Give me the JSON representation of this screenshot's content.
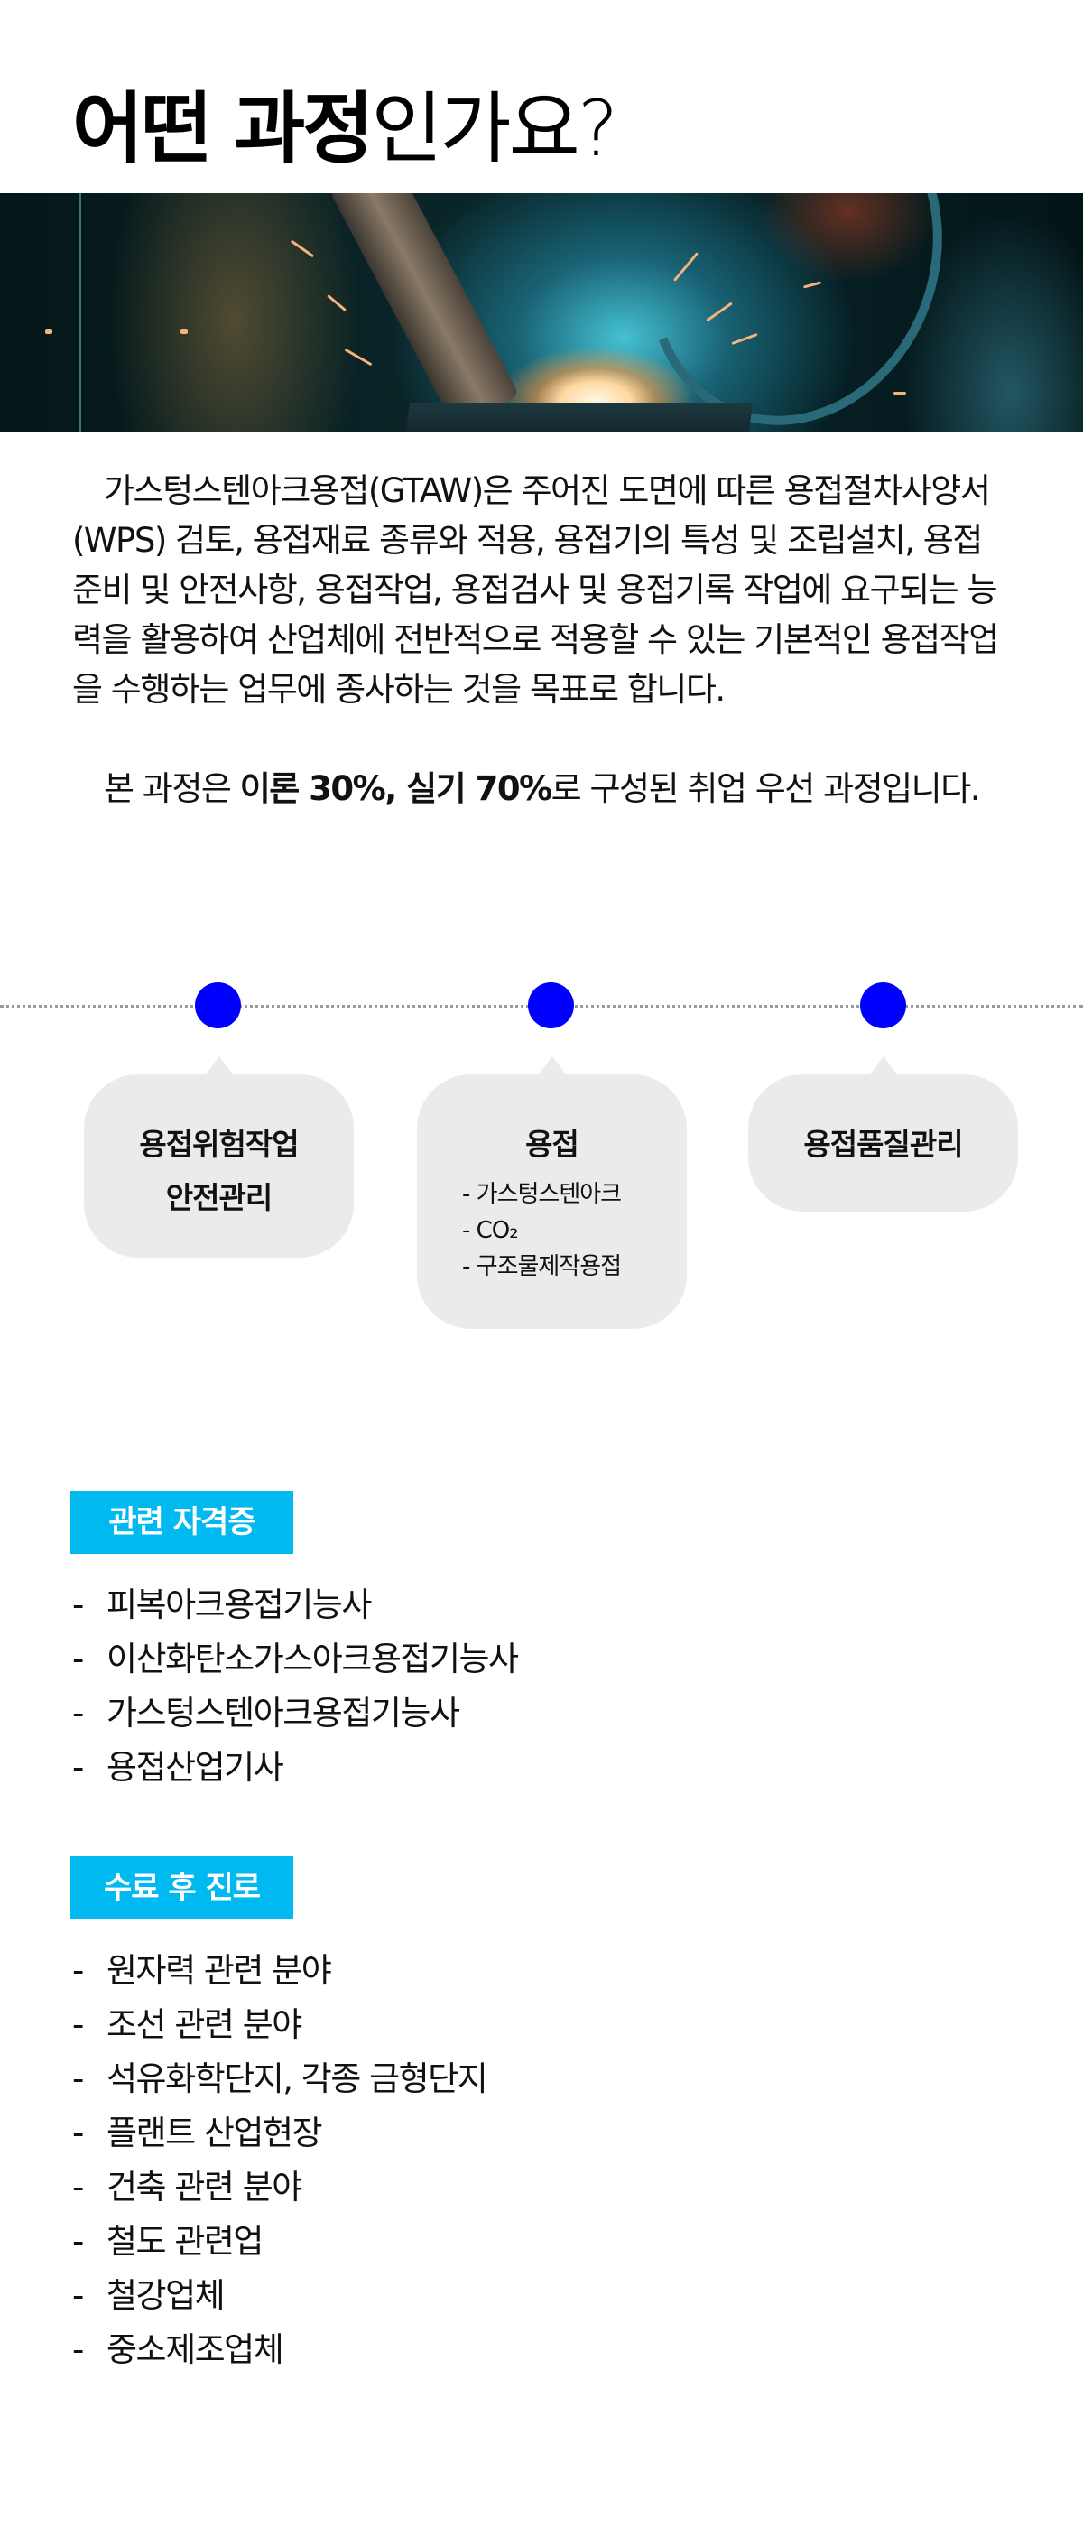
{
  "header": {
    "title_bold": "어떤 과정",
    "title_light": "인가요?"
  },
  "hero_image": {
    "alt": "welding-sparks-photo",
    "colors": {
      "dark": "#041618",
      "teal": "#50dcf0",
      "spark": "#f7b27a"
    }
  },
  "intro": {
    "paragraph": "가스텅스텐아크용접(GTAW)은 주어진 도면에 따른 용접절차사양서(WPS) 검토, 용접재료 종류와 적용, 용접기의 특성 및 조립설치, 용접준비 및 안전사항, 용접작업, 용접검사 및 용접기록 작업에 요구되는 능력을 활용하여 산업체에 전반적으로 적용할 수 있는 기본적인 용접작업을 수행하는 업무에 종사하는 것을 목표로 합니다.",
    "ratio_prefix": "본 과정은 ",
    "ratio_bold": "이론 30%, 실기 70%",
    "ratio_suffix": "로 구성된 취업 우선 과정입니다."
  },
  "timeline": {
    "accent_color": "#0000ff",
    "steps": [
      {
        "title_line1": "용접위험작업",
        "title_line2": "안전관리",
        "items": []
      },
      {
        "title_line1": "용접",
        "title_line2": "",
        "items": [
          "- 가스텅스텐아크",
          "- CO₂",
          "- 구조물제작용접"
        ]
      },
      {
        "title_line1": "용접품질관리",
        "title_line2": "",
        "items": []
      }
    ]
  },
  "certifications": {
    "label": "관련 자격증",
    "label_color": "#00b9f0",
    "items": [
      "피복아크용접기능사",
      "이산화탄소가스아크용접기능사",
      "가스텅스텐아크용접기능사",
      "용접산업기사"
    ]
  },
  "careers": {
    "label": "수료 후 진로",
    "items": [
      "원자력 관련 분야",
      "조선 관련 분야",
      "석유화학단지, 각종 금형단지",
      "플랜트 산업현장",
      "건축 관련 분야",
      "철도 관련업",
      "철강업체",
      "중소제조업체"
    ]
  },
  "dash": "-"
}
